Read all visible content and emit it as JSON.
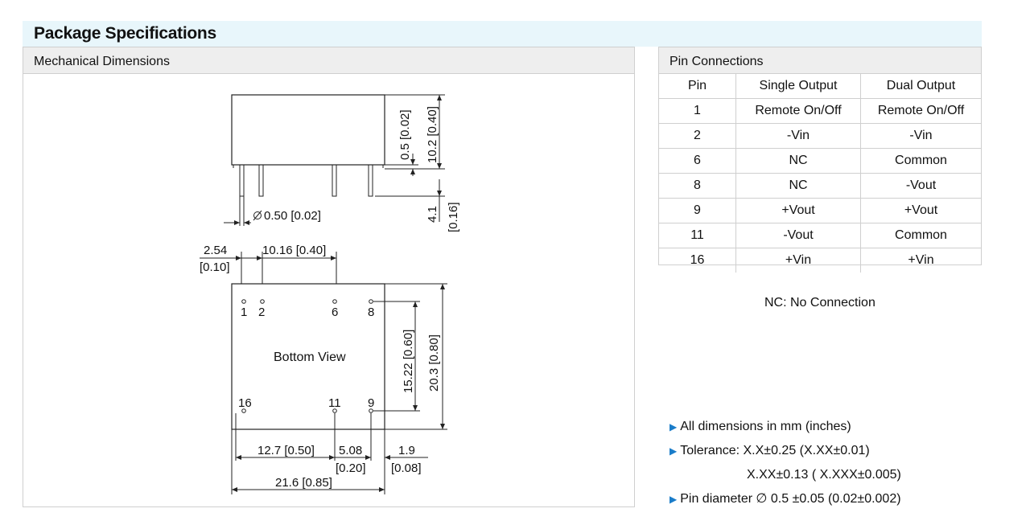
{
  "header": {
    "title": "Package Specifications"
  },
  "mechanical": {
    "title": "Mechanical Dimensions",
    "dims": {
      "top_gap": "0.5 [0.02]",
      "height": "10.2 [0.40]",
      "pin_len_a": "4.1",
      "pin_len_b": "[0.16]",
      "pin_dia": "0.50 [0.02]",
      "pitch1_a": "2.54",
      "pitch1_b": "[0.10]",
      "pitch2": "10.16 [0.40]",
      "pin_span": "15.22 [0.60]",
      "body_h": "20.3 [0.80]",
      "w1": "12.7 [0.50]",
      "w2_a": "5.08",
      "w2_b": "[0.20]",
      "w3_a": "1.9",
      "w3_b": "[0.08]",
      "total_w": "21.6 [0.85]"
    },
    "bottom_view_label": "Bottom View",
    "pin_labels": {
      "p1": "1",
      "p2": "2",
      "p6": "6",
      "p8": "8",
      "p16": "16",
      "p11": "11",
      "p9": "9"
    }
  },
  "pin_table": {
    "title": "Pin Connections",
    "headers": [
      "Pin",
      "Single Output",
      "Dual Output"
    ],
    "rows": [
      [
        "1",
        "Remote On/Off",
        "Remote On/Off"
      ],
      [
        "2",
        "-Vin",
        "-Vin"
      ],
      [
        "6",
        "NC",
        "Common"
      ],
      [
        "8",
        "NC",
        "-Vout"
      ],
      [
        "9",
        "+Vout",
        "+Vout"
      ],
      [
        "11",
        "-Vout",
        "Common"
      ],
      [
        "16",
        "+Vin",
        "+Vin"
      ]
    ]
  },
  "nc_note": "NC: No Connection",
  "notes": [
    "All dimensions in mm (inches)",
    "Tolerance: X.X±0.25 (X.XX±0.01)",
    "X.XX±0.13 ( X.XXX±0.005)",
    "Pin diameter ∅ 0.5 ±0.05 (0.02±0.002)"
  ],
  "icons": {
    "bullet": "triangle-right-icon",
    "diameter": "diameter-icon"
  },
  "colors": {
    "title_bg": "#e8f6fb",
    "panel_head_bg": "#eeeeee",
    "bullet": "#1a7cc9",
    "border": "#cfcfcf"
  }
}
